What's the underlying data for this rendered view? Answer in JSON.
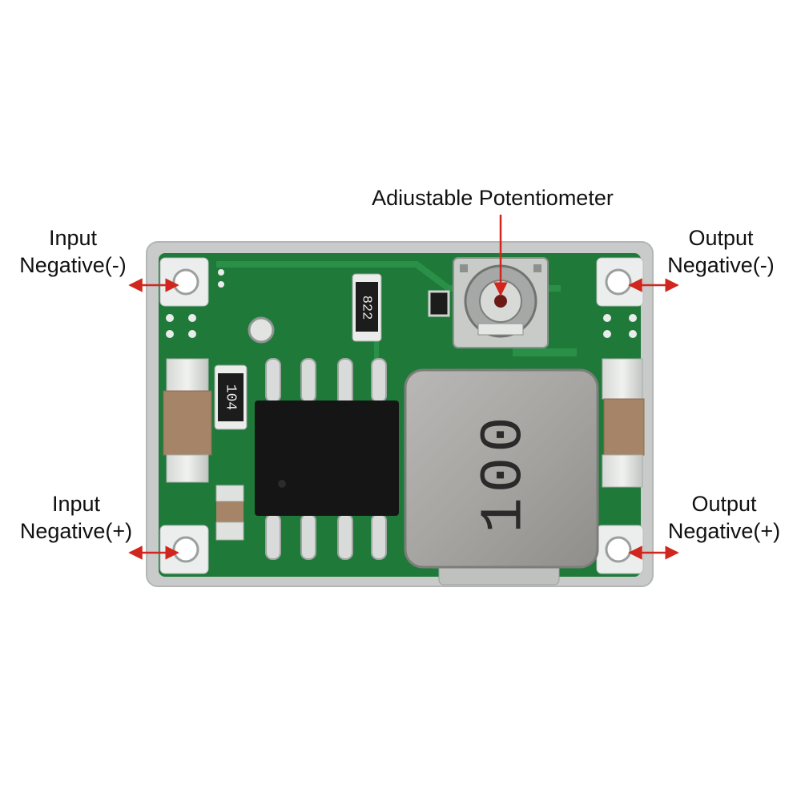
{
  "labels": {
    "potentiometer": "Adiustable Potentiometer",
    "input_top": {
      "line1": "Input",
      "line2": "Negative(-)"
    },
    "input_bottom": {
      "line1": "Input",
      "line2": "Negative(+)"
    },
    "output_top": {
      "line1": "Output",
      "line2": "Negative(-)"
    },
    "output_bottom": {
      "line1": "Output",
      "line2": "Negative(+)"
    }
  },
  "component_markings": {
    "resistor_top": "822",
    "resistor_left": "104",
    "inductor": "100"
  },
  "colors": {
    "arrow": "#d0261d",
    "pcb": "#1f7a3a",
    "pcb_edge": "#c9cccd",
    "text": "#111111"
  }
}
